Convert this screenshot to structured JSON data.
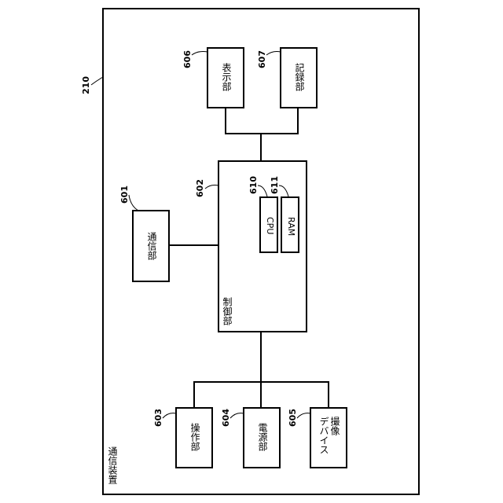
{
  "device": {
    "ref": "210",
    "label": "通信装置"
  },
  "blocks": {
    "display": {
      "ref": "606",
      "label": "表示部"
    },
    "recording": {
      "ref": "607",
      "label": "記録部"
    },
    "communication": {
      "ref": "601",
      "label": "通信部"
    },
    "control": {
      "ref": "602",
      "label": "制御部"
    },
    "cpu": {
      "ref": "610",
      "label": "CPU"
    },
    "ram": {
      "ref": "611",
      "label": "RAM"
    },
    "operation": {
      "ref": "603",
      "label": "操作部"
    },
    "power": {
      "ref": "604",
      "label": "電源部"
    },
    "imaging": {
      "ref": "605",
      "label": "撮像\nデバイス"
    }
  }
}
